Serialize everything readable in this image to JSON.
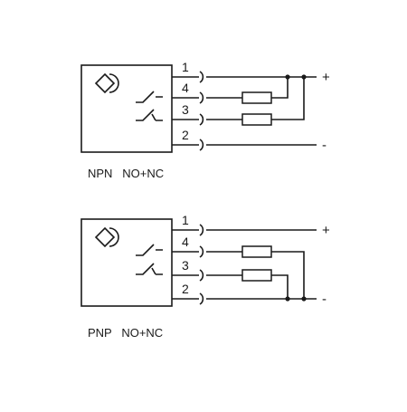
{
  "diagrams": [
    {
      "id": "npn",
      "caption": "NPN   NO+NC",
      "pins": [
        "1",
        "4",
        "3",
        "2"
      ],
      "positive_symbol": "+",
      "negative_symbol": "-"
    },
    {
      "id": "pnp",
      "caption": "PNP   NO+NC",
      "pins": [
        "1",
        "4",
        "3",
        "2"
      ],
      "positive_symbol": "+",
      "negative_symbol": "-"
    }
  ]
}
